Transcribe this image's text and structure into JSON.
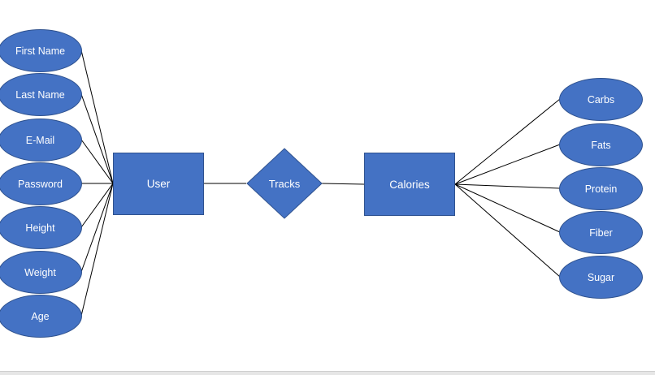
{
  "diagram": {
    "entities": {
      "user": "User",
      "calories": "Calories"
    },
    "relationship": "Tracks",
    "user_attributes": [
      "First Name",
      "Last Name",
      "E-Mail",
      "Password",
      "Height",
      "Weight",
      "Age"
    ],
    "calorie_attributes": [
      "Carbs",
      "Fats",
      "Protein",
      "Fiber",
      "Sugar"
    ],
    "colors": {
      "fill": "#4472c4",
      "outline": "#2f528f",
      "line": "#000000",
      "text": "#ffffff"
    }
  }
}
